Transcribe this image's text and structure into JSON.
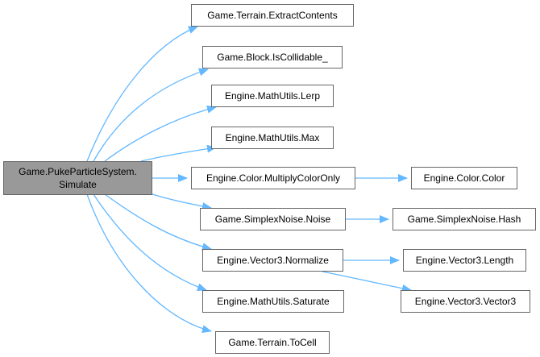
{
  "diagram": {
    "edge_color": "#63b8ff",
    "root": {
      "line1": "Game.PukeParticleSystem.",
      "line2": "Simulate",
      "fill": "#999999"
    },
    "nodes": [
      {
        "id": "extract",
        "label": "Game.Terrain.ExtractContents"
      },
      {
        "id": "iscoll",
        "label": "Game.Block.IsCollidable_"
      },
      {
        "id": "lerp",
        "label": "Engine.MathUtils.Lerp"
      },
      {
        "id": "max",
        "label": "Engine.MathUtils.Max"
      },
      {
        "id": "mulcol",
        "label": "Engine.Color.MultiplyColorOnly"
      },
      {
        "id": "color",
        "label": "Engine.Color.Color"
      },
      {
        "id": "noise",
        "label": "Game.SimplexNoise.Noise"
      },
      {
        "id": "hash",
        "label": "Game.SimplexNoise.Hash"
      },
      {
        "id": "normalize",
        "label": "Engine.Vector3.Normalize"
      },
      {
        "id": "length",
        "label": "Engine.Vector3.Length"
      },
      {
        "id": "vec3",
        "label": "Engine.Vector3.Vector3"
      },
      {
        "id": "saturate",
        "label": "Engine.MathUtils.Saturate"
      },
      {
        "id": "tocell",
        "label": "Game.Terrain.ToCell"
      }
    ],
    "edges": [
      [
        "root",
        "extract"
      ],
      [
        "root",
        "iscoll"
      ],
      [
        "root",
        "lerp"
      ],
      [
        "root",
        "max"
      ],
      [
        "root",
        "mulcol"
      ],
      [
        "root",
        "noise"
      ],
      [
        "root",
        "normalize"
      ],
      [
        "root",
        "saturate"
      ],
      [
        "root",
        "tocell"
      ],
      [
        "mulcol",
        "color"
      ],
      [
        "noise",
        "hash"
      ],
      [
        "normalize",
        "length"
      ],
      [
        "normalize",
        "vec3"
      ]
    ]
  }
}
